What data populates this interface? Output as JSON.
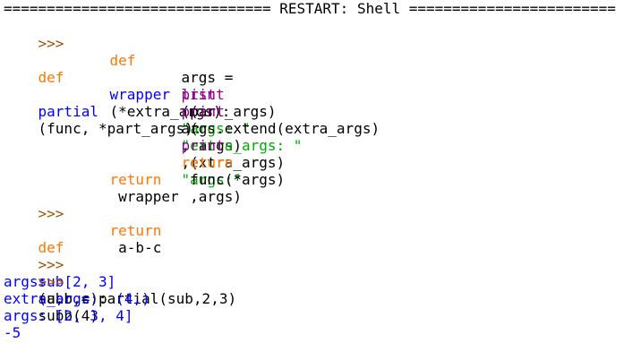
{
  "restart_banner": "=============================== RESTART: Shell ========================",
  "prompt": ">>>",
  "session": {
    "l1": [
      "def",
      " ",
      "partial",
      "(func, *part_args):"
    ],
    "l2": [
      "def",
      " ",
      "wrapper",
      "(*extra_args):"
    ],
    "l3": [
      "args = ",
      "list",
      "(part_args)"
    ],
    "l4": [
      "print",
      " (",
      "\"args: \"",
      ", args)"
    ],
    "l5": [
      "print",
      " (",
      "\"extra_args: \"",
      ",extra_args)"
    ],
    "l6": [
      "args.extend(extra_args)"
    ],
    "l7": [
      "print",
      " (",
      "\"args:\"",
      " ,args)"
    ],
    "l8": [
      "return",
      " func(*args)"
    ],
    "l9": [
      "return",
      " wrapper"
    ],
    "l10": [
      "def",
      " ",
      "sub",
      "(a,b,c):"
    ],
    "l11": [
      "return",
      " a-b-c"
    ],
    "l12": [
      "subb = partial(sub,2,3)"
    ],
    "l13": [
      "subb(4)"
    ]
  },
  "output": {
    "o1": "args:  [2, 3]",
    "o2": "extra_args:  (4,)",
    "o3": "args: [2, 3, 4]",
    "o4": "-5"
  },
  "colors": {
    "keyword": "#ff7700",
    "builtin": "#900090",
    "definition": "#0000ff",
    "string": "#00aa00",
    "prompt": "#a05000",
    "stdout": "#0000ff"
  }
}
